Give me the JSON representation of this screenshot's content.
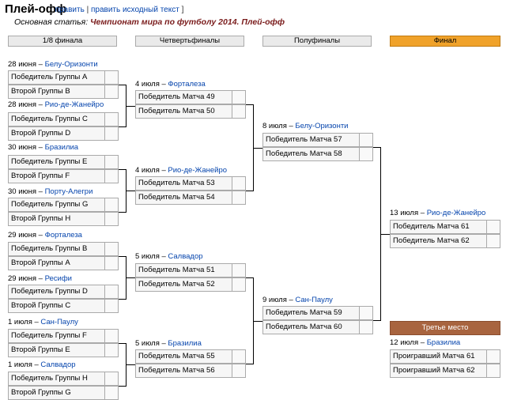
{
  "header": {
    "title": "Плей-офф",
    "edit_open": "[",
    "edit": "править",
    "edit_sep": " | ",
    "edit_source": "править исходный текст",
    "edit_close": "]",
    "main_prefix": "Основная статья: ",
    "main_article": "Чемпионат мира по футболу 2014. Плей-офф"
  },
  "rounds": {
    "r16": "1/8 финала",
    "qf": "Четвертьфиналы",
    "sf": "Полуфиналы",
    "final": "Финал",
    "third": "Третье место"
  },
  "matches": {
    "r16_1": {
      "date": "28 июня – ",
      "venue": "Белу-Оризонти",
      "t1": "Победитель Группы A",
      "t2": "Второй Группы B"
    },
    "r16_2": {
      "date": "28 июня – ",
      "venue": "Рио-де-Жанейро",
      "t1": "Победитель Группы C",
      "t2": "Второй Группы D"
    },
    "r16_3": {
      "date": "30 июня – ",
      "venue": "Бразилиа",
      "t1": "Победитель Группы E",
      "t2": "Второй Группы F"
    },
    "r16_4": {
      "date": "30 июня – ",
      "venue": "Порту-Алегри",
      "t1": "Победитель Группы G",
      "t2": "Второй Группы H"
    },
    "r16_5": {
      "date": "29 июня – ",
      "venue": "Форталеза",
      "t1": "Победитель Группы B",
      "t2": "Второй Группы A"
    },
    "r16_6": {
      "date": "29 июня – ",
      "venue": "Ресифи",
      "t1": "Победитель Группы D",
      "t2": "Второй Группы C"
    },
    "r16_7": {
      "date": "1 июля – ",
      "venue": "Сан-Паулу",
      "t1": "Победитель Группы F",
      "t2": "Второй Группы E"
    },
    "r16_8": {
      "date": "1 июля – ",
      "venue": "Салвадор",
      "t1": "Победитель Группы H",
      "t2": "Второй Группы G"
    },
    "qf_1": {
      "date": "4 июля – ",
      "venue": "Форталеза",
      "t1": "Победитель Матча 49",
      "t2": "Победитель Матча 50"
    },
    "qf_2": {
      "date": "4 июля – ",
      "venue": "Рио-де-Жанейро",
      "t1": "Победитель Матча 53",
      "t2": "Победитель Матча 54"
    },
    "qf_3": {
      "date": "5 июля – ",
      "venue": "Салвадор",
      "t1": "Победитель Матча 51",
      "t2": "Победитель Матча 52"
    },
    "qf_4": {
      "date": "5 июля – ",
      "venue": "Бразилиа",
      "t1": "Победитель Матча 55",
      "t2": "Победитель Матча 56"
    },
    "sf_1": {
      "date": "8 июля – ",
      "venue": "Белу-Оризонти",
      "t1": "Победитель Матча 57",
      "t2": "Победитель Матча 58"
    },
    "sf_2": {
      "date": "9 июля – ",
      "venue": "Сан-Паулу",
      "t1": "Победитель Матча 59",
      "t2": "Победитель Матча 60"
    },
    "final": {
      "date": "13 июля – ",
      "venue": "Рио-де-Жанейро",
      "t1": "Победитель Матча 61",
      "t2": "Победитель Матча 62"
    },
    "third": {
      "date": "12 июля – ",
      "venue": "Бразилиа",
      "t1": "Проигравший Матча 61",
      "t2": "Проигравший Матча 62"
    }
  }
}
